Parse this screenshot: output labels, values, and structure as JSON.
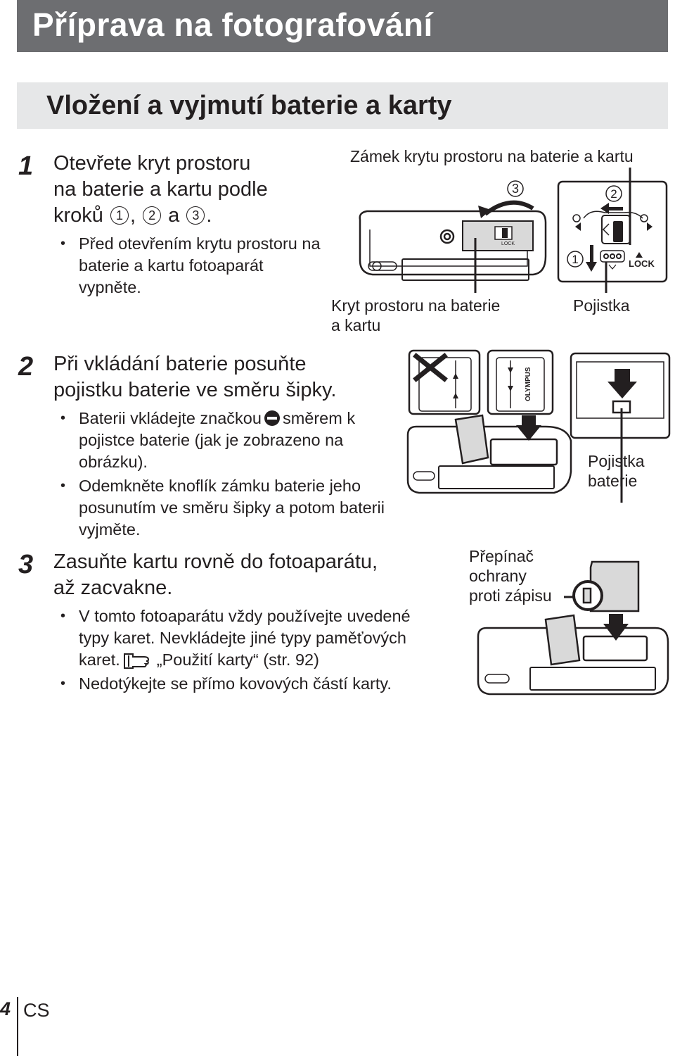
{
  "header": {
    "title": "Příprava na fotografování"
  },
  "section": {
    "title": "Vložení a vyjmutí baterie a karty"
  },
  "steps": [
    {
      "number": "1",
      "heading": {
        "l1": "Otevřete kryt prostoru",
        "l2": "na baterie a kartu podle",
        "l3_pre": "kroků ",
        "c1": "1",
        "sep1": ", ",
        "c2": "2",
        "sep2": " a ",
        "c3": "3",
        "end": "."
      },
      "bullets": [
        "Před otevřením krytu prostoru na baterie a kartu fotoaparát vypněte."
      ]
    },
    {
      "number": "2",
      "heading": {
        "l1": "Při vkládání baterie posuňte",
        "l2": "pojistku baterie ve směru šipky."
      },
      "bullets": [
        {
          "pre": "Baterii vkládejte značkou",
          "post": "směrem k pojistce baterie (jak je zobrazeno na obrázku)."
        },
        "Odemkněte knoflík zámku baterie jeho posunutím ve směru šipky a potom baterii vyjměte."
      ]
    },
    {
      "number": "3",
      "heading": {
        "l1": "Zasuňte kartu rovně do fotoaparátu,",
        "l2": "až zacvakne."
      },
      "bullets": [
        {
          "pre": "V tomto fotoaparátu vždy používejte uvedené typy karet. Nevkládejte jiné typy paměťových karet.",
          "post": "„Použití karty“ (str. 92)"
        },
        "Nedotýkejte se přímo kovových částí karty."
      ]
    }
  ],
  "labels": {
    "cover_lock": "Zámek krytu prostoru na baterie a kartu",
    "cover_l1": "Kryt prostoru na baterie",
    "cover_l2": "a kartu",
    "latch": "Pojistka",
    "battery_latch_l1": "Pojistka",
    "battery_latch_l2": "baterie",
    "switch_l1": "Přepínač",
    "switch_l2": "ochrany",
    "switch_l3": "proti zápisu"
  },
  "illustration_text": {
    "step3": "3",
    "step2": "2",
    "step1": "1",
    "lock": "LOCK",
    "lock_small": "LOCK",
    "brand": "OLYMPUS"
  },
  "footer": {
    "page": "4",
    "lang": "CS"
  }
}
